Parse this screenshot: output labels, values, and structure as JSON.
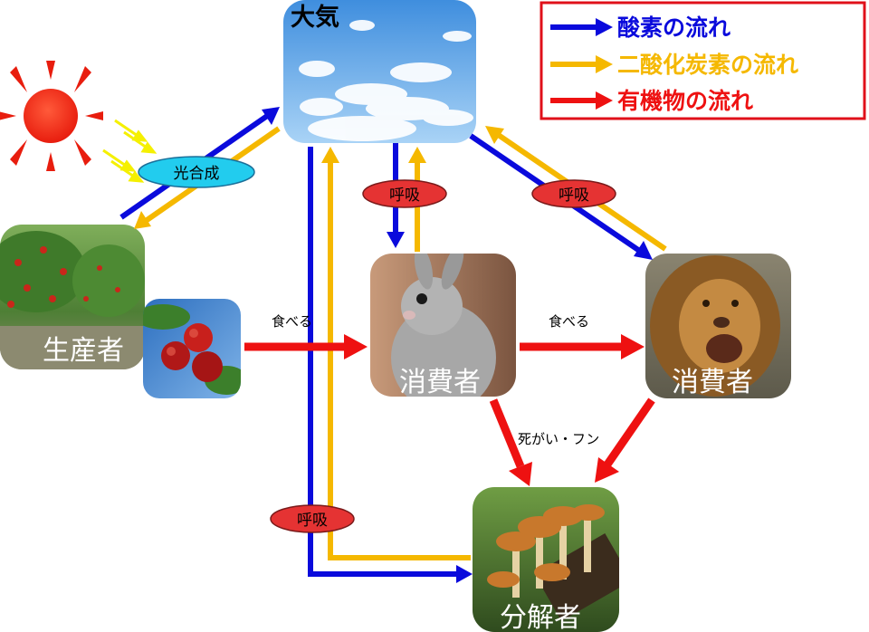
{
  "nodes": {
    "atmosphere": "大気",
    "producer": "生産者",
    "consumer1": "消費者",
    "consumer2": "消費者",
    "decomposer": "分解者"
  },
  "legend": {
    "oxygen": "酸素の流れ",
    "co2": "二酸化炭素の流れ",
    "organic": "有機物の流れ"
  },
  "labels": {
    "photosynthesis": "光合成",
    "respiration_1": "呼吸",
    "respiration_2": "呼吸",
    "respiration_3": "呼吸",
    "eat_1": "食べる",
    "eat_2": "食べる",
    "dead": "死がい・フン"
  },
  "colors": {
    "oxygen": "#0a0adc",
    "co2": "#f5b800",
    "organic": "#ee1111",
    "badge_red": "#e53333",
    "badge_cyan": "#22ccee",
    "legend_border": "#e0101a"
  }
}
